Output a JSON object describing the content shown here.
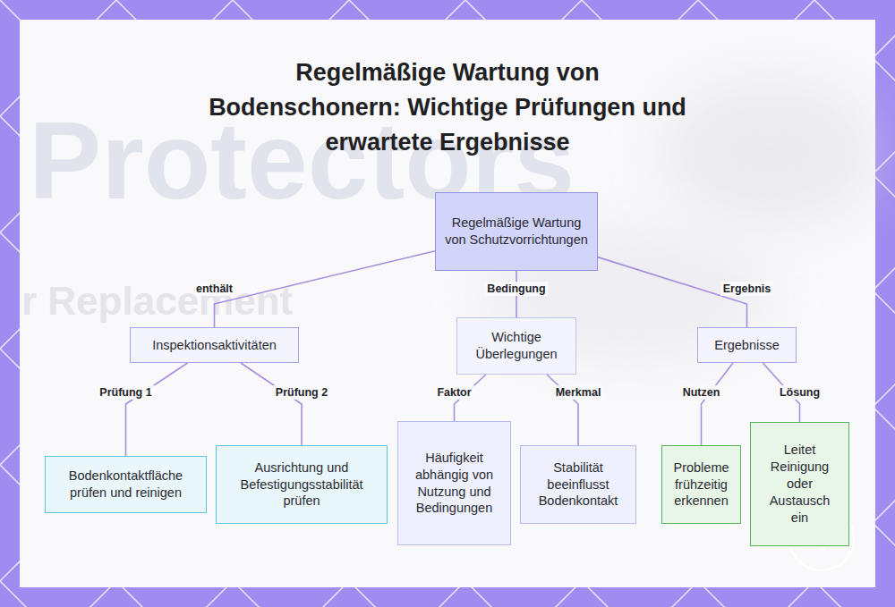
{
  "diagram": {
    "title": "Regelmäßige Wartung von Bodenschonern: Wichtige Prüfungen und erwartete Ergebnisse",
    "nodes": [
      {
        "text": [
          "Regelmäßige Wartung von Schutzvorrichtungen"
        ]
      },
      {
        "text": [
          "Inspektionsaktivitäten"
        ]
      },
      {
        "text": [
          "Wichtige Überlegungen"
        ]
      },
      {
        "text": [
          "Ergebnisse"
        ]
      },
      {
        "text": [
          "Bodenkontaktfläche prüfen und reinigen"
        ]
      },
      {
        "text": [
          "Ausrichtung und Befestigungsstabilität prüfen"
        ]
      },
      {
        "text": [
          "Häufigkeit abhängig von Nutzung und Bedingungen"
        ]
      },
      {
        "text": [
          "Stabilität beeinflusst Bodenkontakt"
        ]
      },
      {
        "text": [
          "Probleme frühzeitig erkennen"
        ]
      },
      {
        "text": [
          "Leitet Reinigung oder Austausch ein"
        ]
      }
    ],
    "edges": [
      {
        "from": 0,
        "to": 1,
        "label": "enthält",
        "arrow": "none"
      },
      {
        "from": 0,
        "to": 2,
        "label": "Bedingung",
        "arrow": "none"
      },
      {
        "from": 0,
        "to": 3,
        "label": "Ergebnis",
        "arrow": "none"
      },
      {
        "from": 1,
        "to": 4,
        "label": "Prüfung 1",
        "arrow": "none"
      },
      {
        "from": 1,
        "to": 5,
        "label": "Prüfung 2",
        "arrow": "none"
      },
      {
        "from": 2,
        "to": 6,
        "label": "Faktor",
        "arrow": "none"
      },
      {
        "from": 2,
        "to": 7,
        "label": "Merkmal",
        "arrow": "none"
      },
      {
        "from": 3,
        "to": 8,
        "label": "Nutzen",
        "arrow": "none"
      },
      {
        "from": 3,
        "to": 9,
        "label": "Lösung",
        "arrow": "none"
      }
    ],
    "labels": [
      "Protectors",
      "r Replacement"
    ]
  }
}
